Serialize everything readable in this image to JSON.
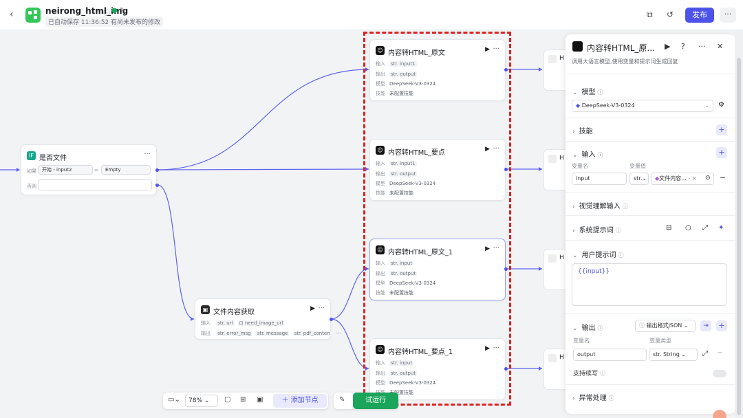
{
  "header": {
    "back": "‹",
    "app_name": "neirong_html_img",
    "saved_text": "已自动保存 11:36:52",
    "unpublished_text": "有尚未发布的修改",
    "publish_label": "发布",
    "more": "···",
    "brand_color": "#4d53e8"
  },
  "if_node": {
    "title": "是否文件",
    "badge": "IF",
    "more": "···",
    "cond_label": "如果",
    "cond_left": "开始 - input2",
    "cond_op": "=",
    "cond_right": "Empty",
    "else_label": "否则"
  },
  "file_node": {
    "title": "文件内容获取",
    "more": "···",
    "run": "▶",
    "input_label": "输入",
    "input_tags": [
      "str. url",
      "⊡ need_image_url"
    ],
    "output_label": "输出",
    "output_tags": [
      "str. error_msg",
      "str. message",
      "str. pdf_conten"
    ],
    "output_more": "···"
  },
  "llm_nodes": [
    {
      "title": "内容转HTML_原文",
      "input_label": "输入",
      "input": "str. input1",
      "output_label": "输出",
      "output": "str. output",
      "model_label": "模型",
      "model": "DeepSeek-V3-0324",
      "skill_label": "技能",
      "skill": "未配置技能"
    },
    {
      "title": "内容转HTML_要点",
      "input_label": "输入",
      "input": "str. input1",
      "output_label": "输出",
      "output": "str. output",
      "model_label": "模型",
      "model": "DeepSeek-V3-0324",
      "skill_label": "技能",
      "skill": "未配置技能"
    },
    {
      "title": "内容转HTML_原文_1",
      "input_label": "输入",
      "input": "str. input",
      "output_label": "输出",
      "output": "str. output",
      "model_label": "模型",
      "model": "DeepSeek-V3-0324",
      "skill_label": "技能",
      "skill": "未配置技能"
    },
    {
      "title": "内容转HTML_要点_1",
      "input_label": "输入",
      "input": "str. input",
      "output_label": "输出",
      "output": "str. output",
      "model_label": "模型",
      "model": "DeepSeek-V3-0324",
      "skill_label": "技能",
      "skill": "未配置技能"
    }
  ],
  "partial_nodes": [
    "H",
    "H",
    "H",
    "H"
  ],
  "node_menu": {
    "run": "▶",
    "more": "···"
  },
  "bottom_bar": {
    "zoom": "78%",
    "add_node": "＋ 添加节点",
    "test_run": "试运行"
  },
  "panel": {
    "title": "内容转HTML_原...",
    "description": "调用大语言模型,使用变量和提示词生成回复",
    "run": "▶",
    "help": "?",
    "more": "···",
    "close": "✕",
    "model_section": "模型",
    "model_value": "DeepSeek-V3-0324",
    "skills_section": "技能",
    "input_section": "输入",
    "var_name_label": "变量名",
    "var_value_label": "变量值",
    "input_var_name": "input",
    "input_var_type": "str.",
    "input_var_ref": "文件内容...",
    "input_ref_extra": "- ×",
    "vision_section": "视觉理解输入",
    "system_prompt_section": "系统提示词",
    "user_prompt_section": "用户提示词",
    "user_prompt_value": "{{input}}",
    "output_section": "输出",
    "output_format": "输出格式JSON",
    "out_var_name_label": "变量名",
    "out_var_type_label": "变量类型",
    "output_var_name": "output",
    "output_var_type": "str. String",
    "stream_label": "支持续写",
    "exception_section": "异常处理"
  }
}
